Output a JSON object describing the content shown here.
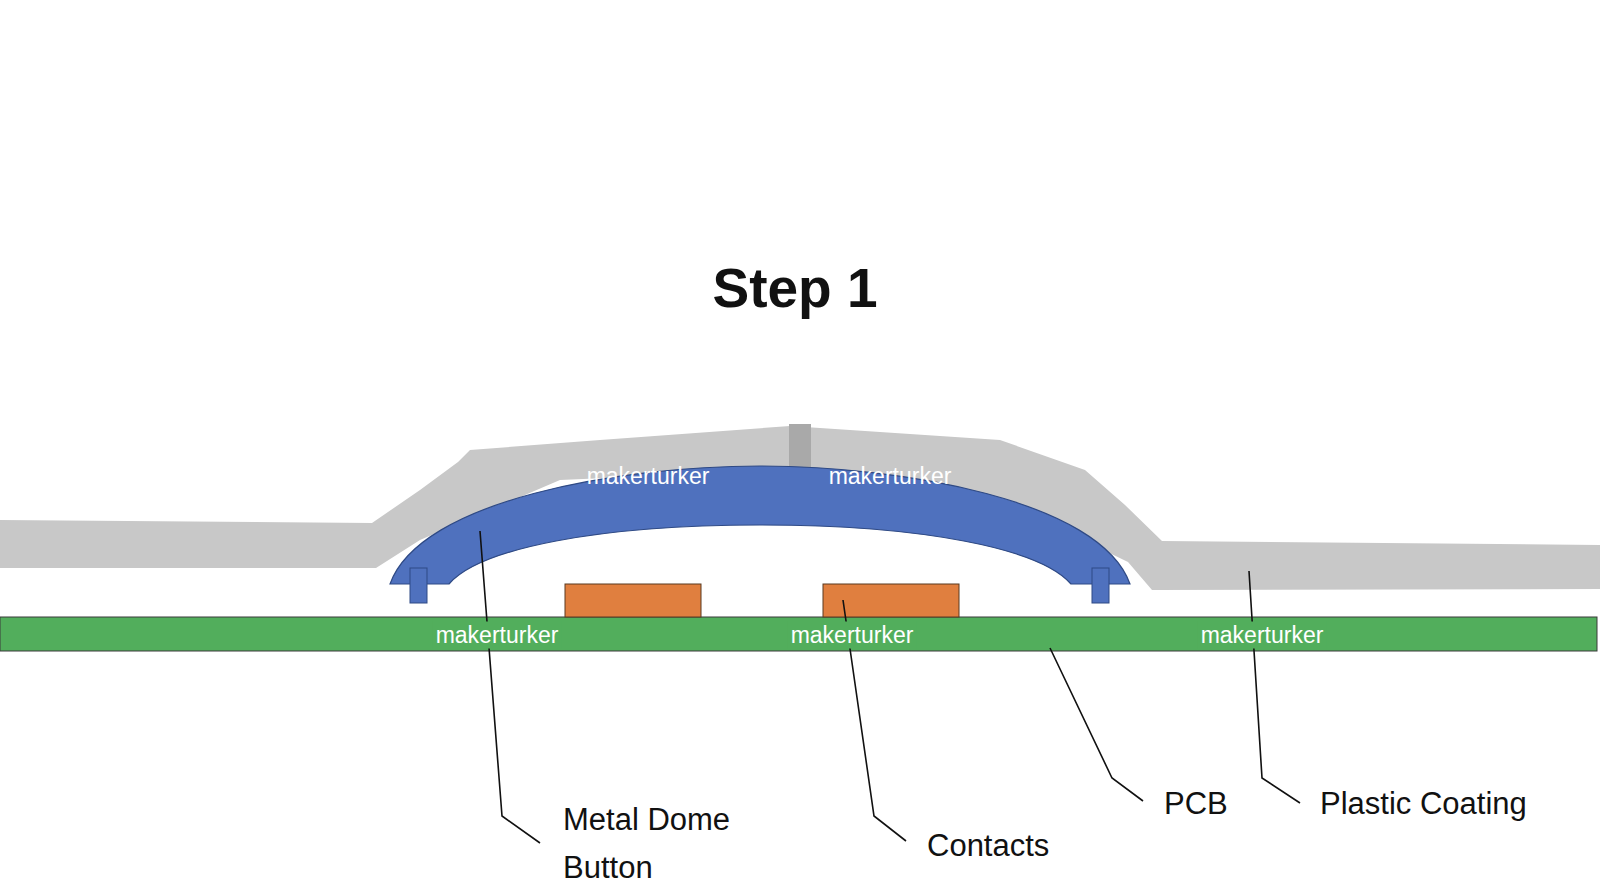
{
  "diagram": {
    "title": "Step 1",
    "labels": [
      "makerturker",
      "makerturker",
      "makerturker",
      "makerturker",
      "makerturker",
      "Metal Dome Button",
      "Contacts",
      "PCB",
      "Plastic Coating"
    ]
  }
}
